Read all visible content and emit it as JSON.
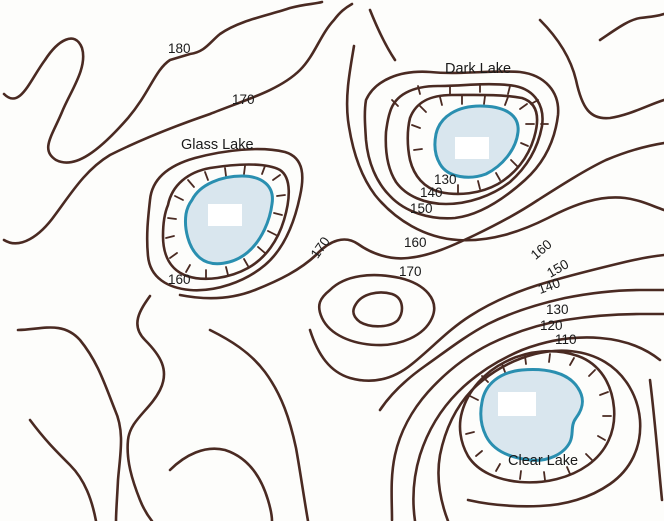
{
  "map": {
    "lakes": [
      {
        "id": "glass",
        "name": "Glass Lake"
      },
      {
        "id": "dark",
        "name": "Dark Lake"
      },
      {
        "id": "clear",
        "name": "Clear Lake"
      }
    ],
    "contour_labels": [
      {
        "id": "c180",
        "value": "180"
      },
      {
        "id": "c170-top",
        "value": "170"
      },
      {
        "id": "c170-mid",
        "value": "170"
      },
      {
        "id": "c170-center",
        "value": "170"
      },
      {
        "id": "c160-center",
        "value": "160"
      },
      {
        "id": "c160-glass",
        "value": "160"
      },
      {
        "id": "c130-dark",
        "value": "130"
      },
      {
        "id": "c140-dark",
        "value": "140"
      },
      {
        "id": "c150-dark",
        "value": "150"
      },
      {
        "id": "c160-right",
        "value": "160"
      },
      {
        "id": "c150-right",
        "value": "150"
      },
      {
        "id": "c140-right",
        "value": "140"
      },
      {
        "id": "c130-right",
        "value": "130"
      },
      {
        "id": "c120-right",
        "value": "120"
      },
      {
        "id": "c110-right",
        "value": "110"
      }
    ],
    "colors": {
      "contour": "#4a2a22",
      "lake_fill": "#d9e6ee",
      "lake_shore": "#2a8fb0"
    }
  }
}
